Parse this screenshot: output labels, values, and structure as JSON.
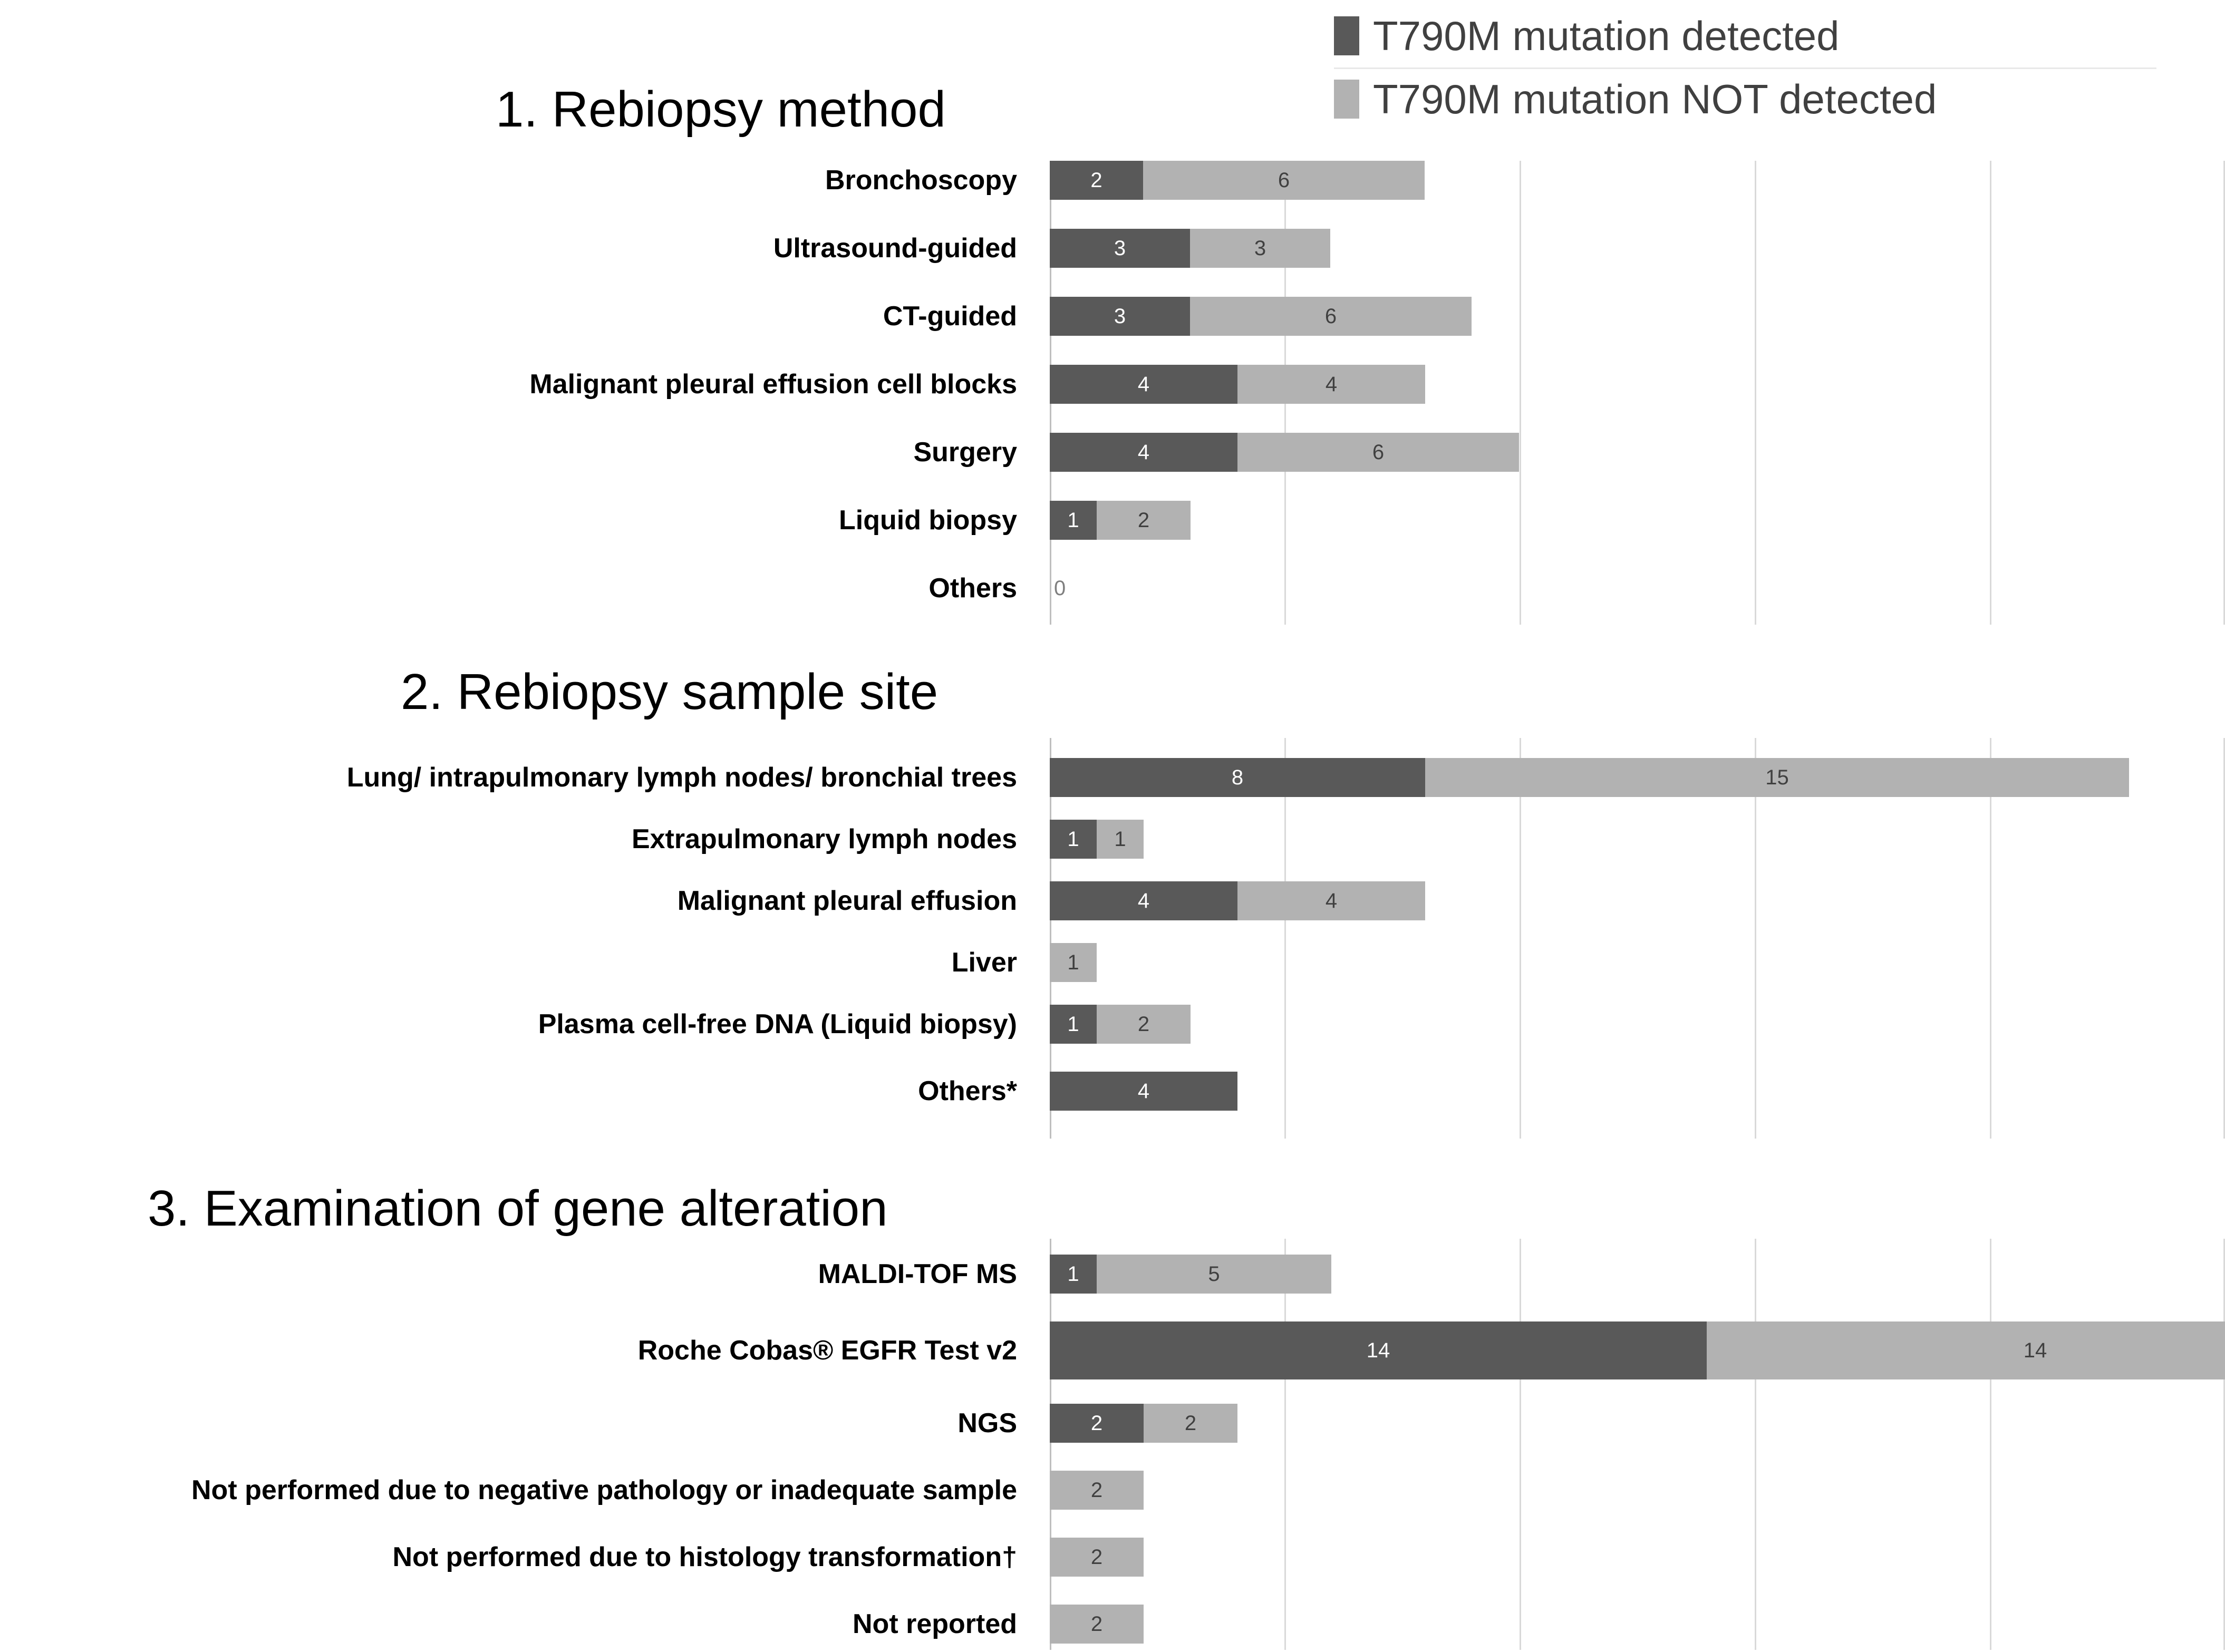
{
  "legend": {
    "items": [
      {
        "label": "T790M mutation detected",
        "color": "#595959",
        "key": "detected"
      },
      {
        "label": "T790M mutation NOT detected",
        "color": "#b2b2b2",
        "key": "not_detected"
      }
    ]
  },
  "colors": {
    "detected": "#595959",
    "not_detected": "#b2b2b2",
    "gridline": "#d9d9d9",
    "axis": "#bfbfbf",
    "text": "#000000",
    "legend_text": "#404040"
  },
  "sections": [
    {
      "title": "1. Rebiopsy method"
    },
    {
      "title": "2. Rebiopsy sample site"
    },
    {
      "title": "3. Examination of gene alteration"
    }
  ],
  "chart_data": [
    {
      "type": "bar",
      "subtype": "stacked-horizontal",
      "title": "1. Rebiopsy method",
      "xlabel": "",
      "ylabel": "",
      "xlim": [
        0,
        25
      ],
      "grid": true,
      "gridline_step": 5,
      "legend_position": "top-right",
      "categories": [
        "Bronchoscopy",
        "Ultrasound-guided",
        "CT-guided",
        "Malignant pleural effusion cell blocks",
        "Surgery",
        "Liquid biopsy",
        "Others"
      ],
      "series": [
        {
          "name": "T790M mutation detected",
          "color": "#595959",
          "values": [
            2,
            3,
            3,
            4,
            4,
            1,
            0
          ]
        },
        {
          "name": "T790M mutation NOT detected",
          "color": "#b2b2b2",
          "values": [
            6,
            3,
            6,
            4,
            6,
            2,
            0
          ]
        }
      ],
      "labels": [
        [
          "2",
          "6"
        ],
        [
          "3",
          "3"
        ],
        [
          "3",
          "6"
        ],
        [
          "4",
          "4"
        ],
        [
          "4",
          "6"
        ],
        [
          "1",
          "2"
        ],
        [
          "0",
          ""
        ]
      ]
    },
    {
      "type": "bar",
      "subtype": "stacked-horizontal",
      "title": "2. Rebiopsy sample site",
      "xlabel": "",
      "ylabel": "",
      "xlim": [
        0,
        25
      ],
      "grid": true,
      "gridline_step": 5,
      "legend_position": "top-right",
      "categories": [
        "Lung/ intrapulmonary lymph nodes/ bronchial trees",
        "Extrapulmonary lymph nodes",
        "Malignant pleural effusion",
        "Liver",
        "Plasma cell-free DNA (Liquid biopsy)",
        "Others*"
      ],
      "series": [
        {
          "name": "T790M mutation detected",
          "color": "#595959",
          "values": [
            8,
            1,
            4,
            0,
            1,
            4
          ]
        },
        {
          "name": "T790M mutation NOT detected",
          "color": "#b2b2b2",
          "values": [
            15,
            1,
            4,
            1,
            2,
            0
          ]
        }
      ],
      "labels": [
        [
          "8",
          "15"
        ],
        [
          "1",
          "1"
        ],
        [
          "4",
          "4"
        ],
        [
          "",
          "1"
        ],
        [
          "1",
          "2"
        ],
        [
          "4",
          ""
        ]
      ]
    },
    {
      "type": "bar",
      "subtype": "stacked-horizontal",
      "title": "3. Examination of gene alteration",
      "xlabel": "",
      "ylabel": "",
      "xlim": [
        0,
        25
      ],
      "grid": true,
      "gridline_step": 5,
      "legend_position": "top-right",
      "categories": [
        "MALDI-TOF MS",
        "Roche Cobas® EGFR Test v2",
        "NGS",
        "Not performed due to negative pathology or inadequate sample",
        "Not performed due to histology transformation†",
        "Not reported"
      ],
      "series": [
        {
          "name": "T790M mutation detected",
          "color": "#595959",
          "values": [
            1,
            14,
            2,
            0,
            0,
            0
          ]
        },
        {
          "name": "T790M mutation NOT detected",
          "color": "#b2b2b2",
          "values": [
            5,
            14,
            2,
            2,
            2,
            2
          ]
        }
      ],
      "labels": [
        [
          "1",
          "5"
        ],
        [
          "14",
          "14"
        ],
        [
          "2",
          "2"
        ],
        [
          "",
          "2"
        ],
        [
          "",
          "2"
        ],
        [
          "",
          "2"
        ]
      ]
    }
  ]
}
